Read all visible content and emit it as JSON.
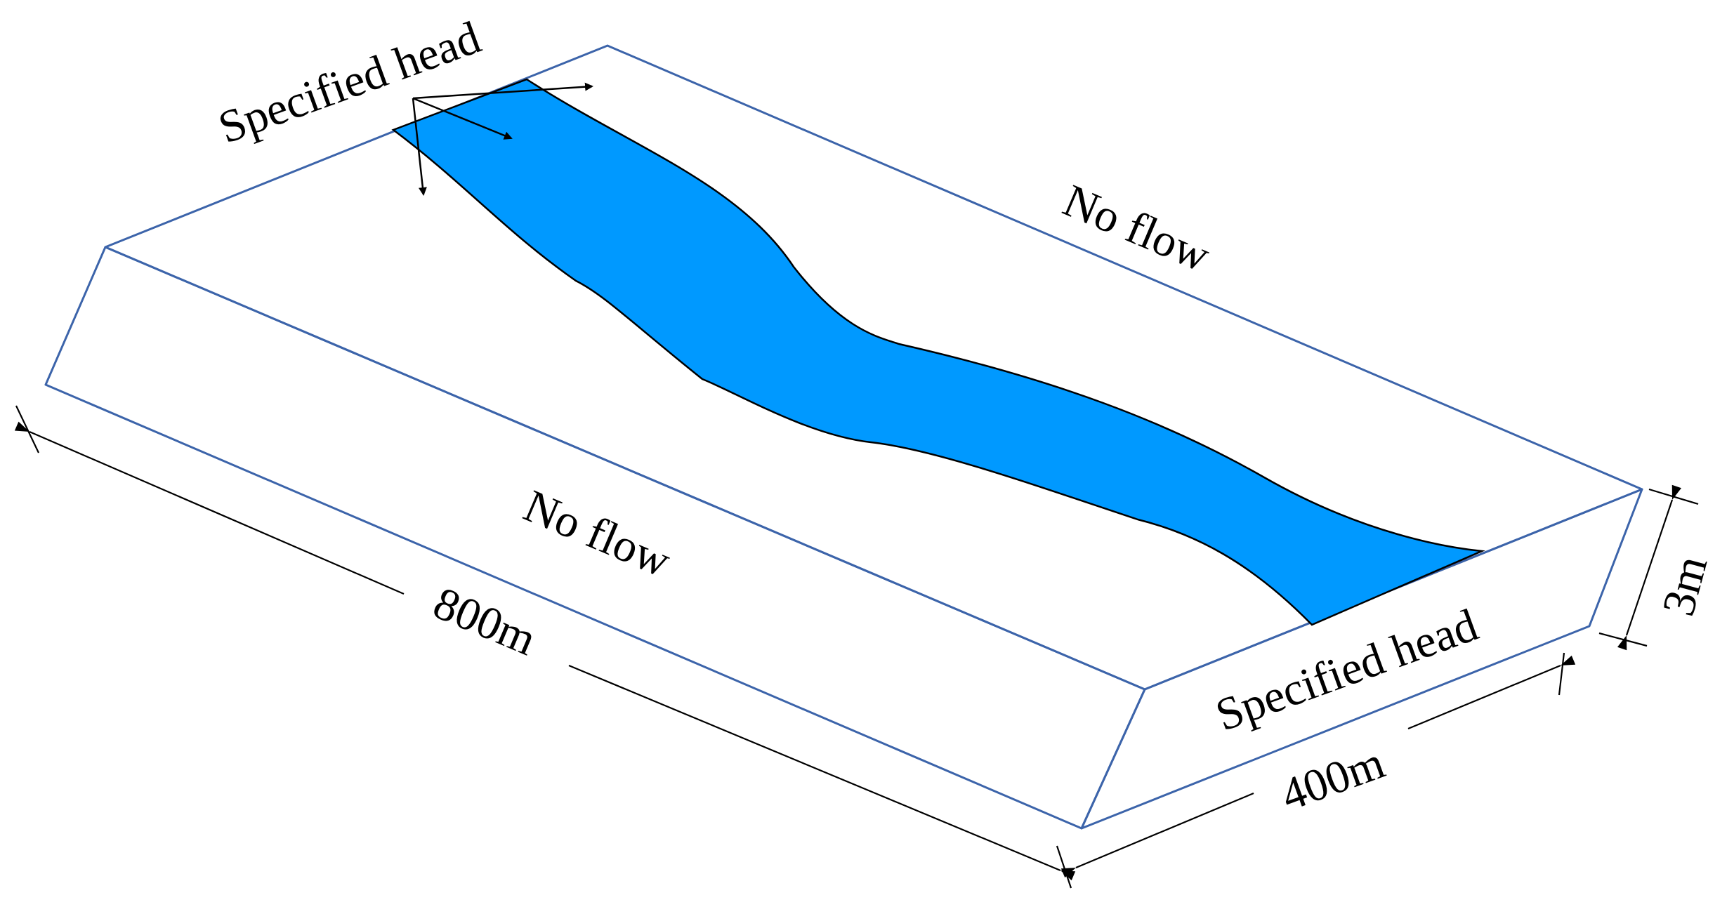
{
  "labels": {
    "inlet_boundary": "Specified head",
    "outlet_boundary": "Specified head",
    "north_boundary": "No flow",
    "south_boundary": "No flow",
    "length": "800m",
    "width": "400m",
    "depth": "3m"
  },
  "colors": {
    "river": "#0099ff",
    "box_edge": "#3c64aa",
    "end_face": "#d3d3d3",
    "text": "#000000"
  }
}
